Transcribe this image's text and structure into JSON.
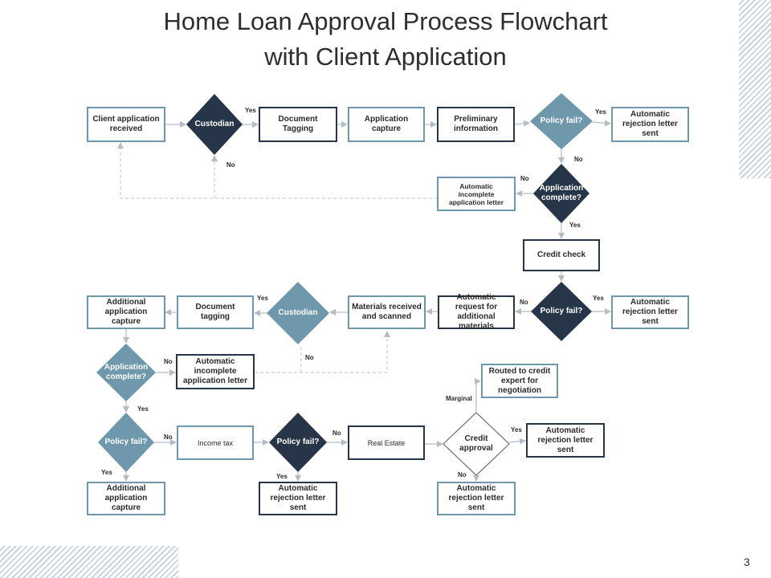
{
  "title_line1": "Home Loan Approval Process Flowchart",
  "title_line2": "with Client Application",
  "page_number": "3",
  "nodes": {
    "client_received": "Client application received",
    "custodian1": "Custodian",
    "doc_tagging1": "Document Tagging",
    "app_capture": "Application capture",
    "prelim_info": "Preliminary information",
    "policy_fail1": "Policy fail?",
    "auto_reject1": "Automatic rejection letter sent",
    "auto_incomplete1": "Automatic incomplete application letter",
    "app_complete1": "Application complete?",
    "credit_check": "Credit check",
    "policy_fail2": "Policy fail?",
    "auto_reject2": "Automatic rejection letter sent",
    "auto_request": "Automatic request for additional materials",
    "materials_received": "Materials received and scanned",
    "custodian2": "Custodian",
    "doc_tagging2": "Document tagging",
    "add_capture1": "Additional application capture",
    "app_complete2": "Application complete?",
    "auto_incomplete2": "Automatic incomplete application letter",
    "policy_fail3": "Policy fail?",
    "income_tax": "Income tax",
    "policy_fail4": "Policy fail?",
    "real_estate": "Real Estate",
    "credit_approval": "Credit approval",
    "routed_expert": "Routed to credit expert for negotiation",
    "auto_reject3": "Automatic rejection letter sent",
    "add_capture2": "Additional application capture",
    "auto_reject4": "Automatic rejection letter sent",
    "auto_reject5": "Automatic rejection letter sent"
  },
  "edge_labels": {
    "yes": "Yes",
    "no": "No",
    "marginal": "Marginal"
  },
  "colors": {
    "dark": "#263547",
    "light": "#6f98ad",
    "dashed": "#c8cdd2",
    "arrow": "#b5bcc3"
  }
}
